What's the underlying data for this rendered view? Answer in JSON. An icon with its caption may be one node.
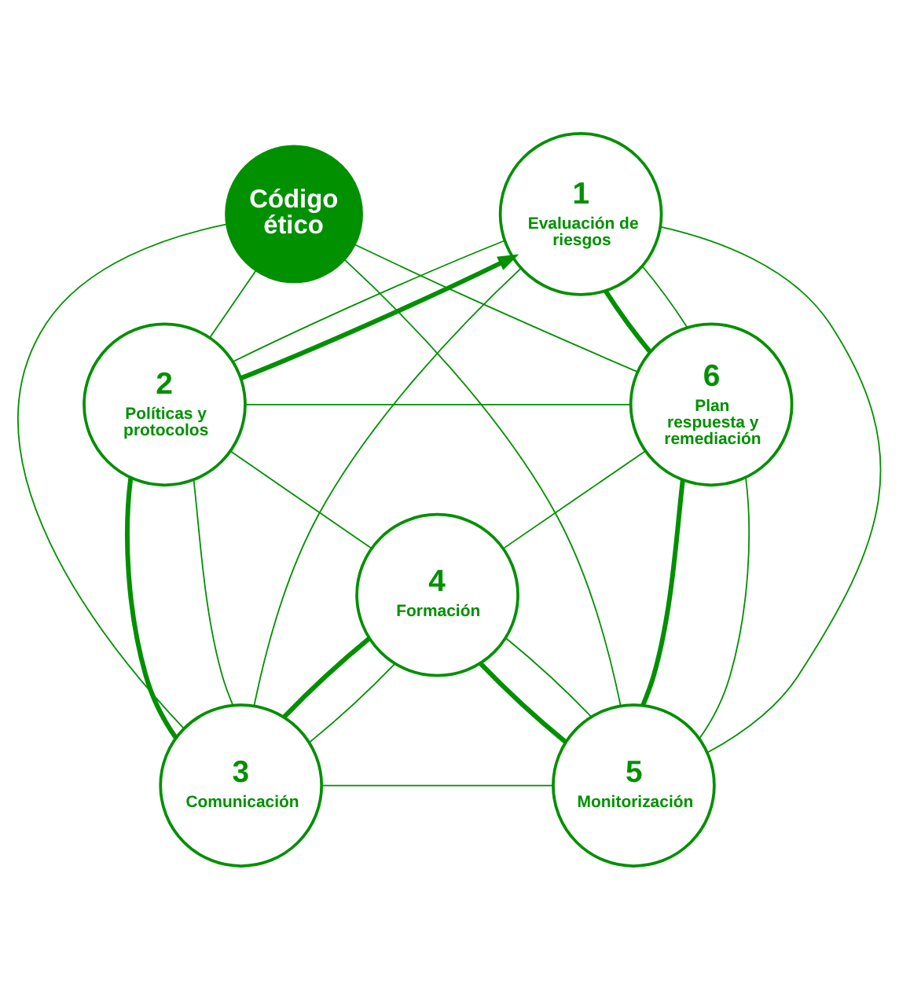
{
  "diagram": {
    "nodes": [
      {
        "text": [
          "1",
          "Evaluación de riesgos"
        ]
      },
      {
        "text": [
          "2",
          "Políticas y protocolos"
        ]
      },
      {
        "text": [
          "3",
          "Comunicación"
        ]
      },
      {
        "text": [
          "4",
          "Formación"
        ]
      },
      {
        "text": [
          "5",
          "Monitorización"
        ]
      },
      {
        "text": [
          "6",
          "Plan respuesta y remediación"
        ]
      },
      {
        "text": [
          "Código ético"
        ]
      }
    ],
    "edges": [
      {
        "from": 1,
        "to": 0,
        "arrow": "to",
        "style": "thick"
      },
      {
        "from": 1,
        "to": 2,
        "arrow": "none",
        "style": "thick"
      },
      {
        "from": 2,
        "to": 3,
        "arrow": "none",
        "style": "thick"
      },
      {
        "from": 3,
        "to": 4,
        "arrow": "none",
        "style": "thick"
      },
      {
        "from": 4,
        "to": 5,
        "arrow": "none",
        "style": "thick"
      },
      {
        "from": 5,
        "to": 0,
        "arrow": "none",
        "style": "thick"
      },
      {
        "from": 0,
        "to": 1,
        "arrow": "none"
      },
      {
        "from": 1,
        "to": 2,
        "arrow": "none"
      },
      {
        "from": 2,
        "to": 3,
        "arrow": "none"
      },
      {
        "from": 3,
        "to": 4,
        "arrow": "none"
      },
      {
        "from": 4,
        "to": 5,
        "arrow": "none"
      },
      {
        "from": 5,
        "to": 0,
        "arrow": "none"
      },
      {
        "from": 0,
        "to": 2,
        "arrow": "none"
      },
      {
        "from": 0,
        "to": 4,
        "arrow": "none"
      },
      {
        "from": 1,
        "to": 3,
        "arrow": "none"
      },
      {
        "from": 1,
        "to": 5,
        "arrow": "none"
      },
      {
        "from": 2,
        "to": 4,
        "arrow": "none"
      },
      {
        "from": 3,
        "to": 5,
        "arrow": "none"
      },
      {
        "from": 6,
        "to": 1,
        "arrow": "none"
      },
      {
        "from": 6,
        "to": 2,
        "arrow": "none"
      },
      {
        "from": 6,
        "to": 4,
        "arrow": "none"
      },
      {
        "from": 6,
        "to": 5,
        "arrow": "none"
      }
    ]
  }
}
